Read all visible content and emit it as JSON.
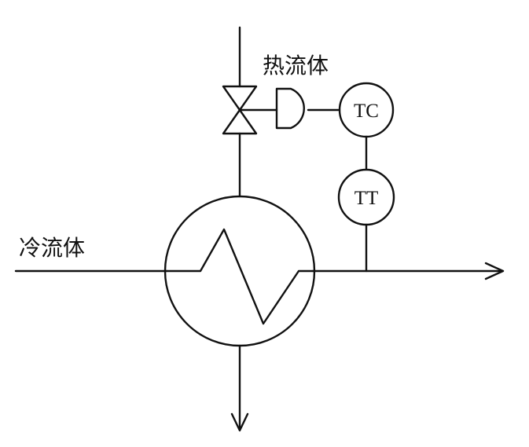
{
  "labels": {
    "hot_fluid": "热流体",
    "cold_fluid": "冷流体",
    "temperature_controller": "TC",
    "temperature_transmitter": "TT"
  }
}
